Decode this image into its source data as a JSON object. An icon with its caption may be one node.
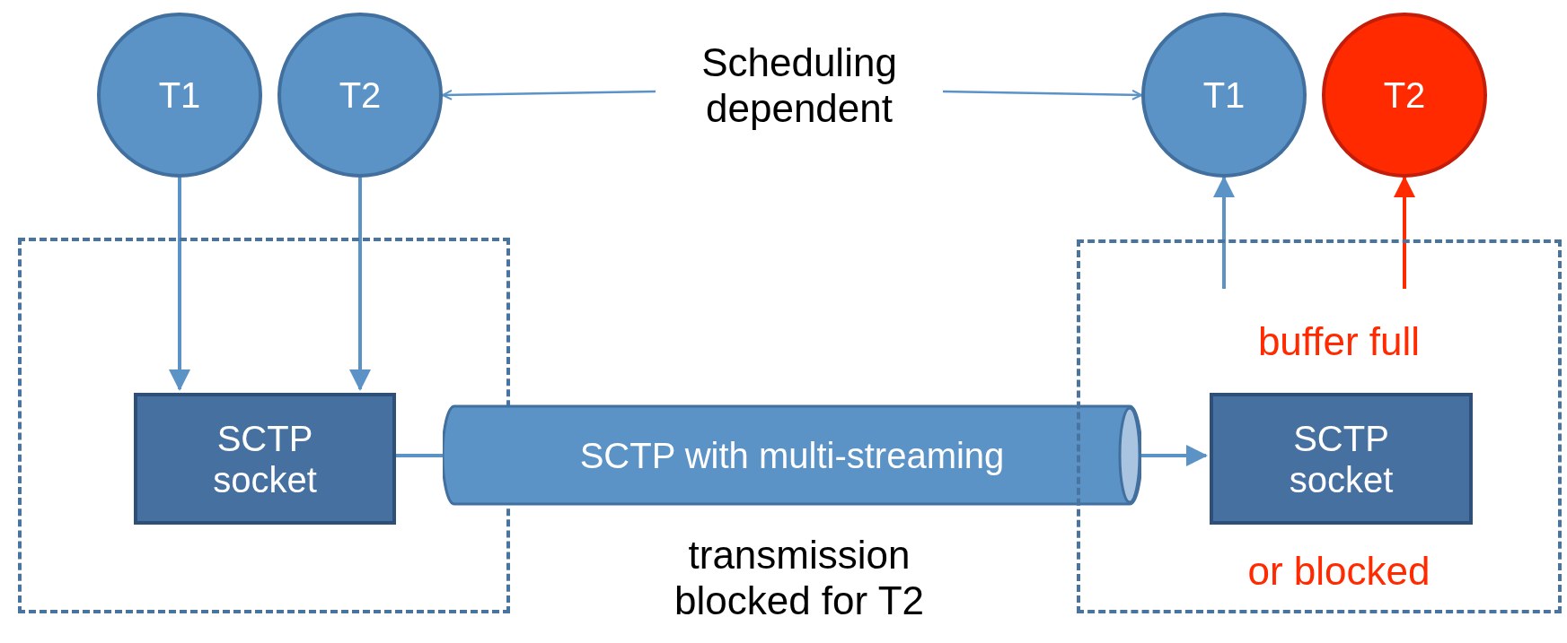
{
  "diagram": {
    "nodes": [
      {
        "text": [],
        "shape": "box"
      },
      {
        "text": [
          "T1"
        ]
      },
      {
        "text": [
          "T2"
        ]
      },
      {
        "text": [
          "Scheduling dependent"
        ]
      },
      {
        "text": [
          "T1"
        ]
      },
      {
        "text": [
          "T2"
        ]
      },
      {
        "text": [
          "SCTP socket"
        ],
        "in": 0
      },
      {
        "text": [
          "SCTP with multi-streaming"
        ]
      },
      {
        "text": [],
        "shape": "box"
      },
      {
        "text": [
          "SCTP socket"
        ],
        "in": 8
      }
    ],
    "edges": [
      {
        "from": 3,
        "to": 2,
        "arrow": "to"
      },
      {
        "from": 3,
        "to": 4,
        "arrow": "to"
      },
      {
        "from": 1,
        "to": 6,
        "arrow": "to"
      },
      {
        "from": 2,
        "to": 6,
        "arrow": "to"
      },
      {
        "from": 6,
        "to": 7,
        "arrow": "none"
      },
      {
        "from": 7,
        "to": 9,
        "arrow": "to"
      },
      {
        "from": null,
        "to": 4,
        "arrow": "to"
      },
      {
        "from": null,
        "to": 5,
        "arrow": "to",
        "color": "#ff2a00"
      }
    ],
    "labels": [
      "buffer full",
      "transmission blocked for T2",
      "or blocked"
    ]
  }
}
